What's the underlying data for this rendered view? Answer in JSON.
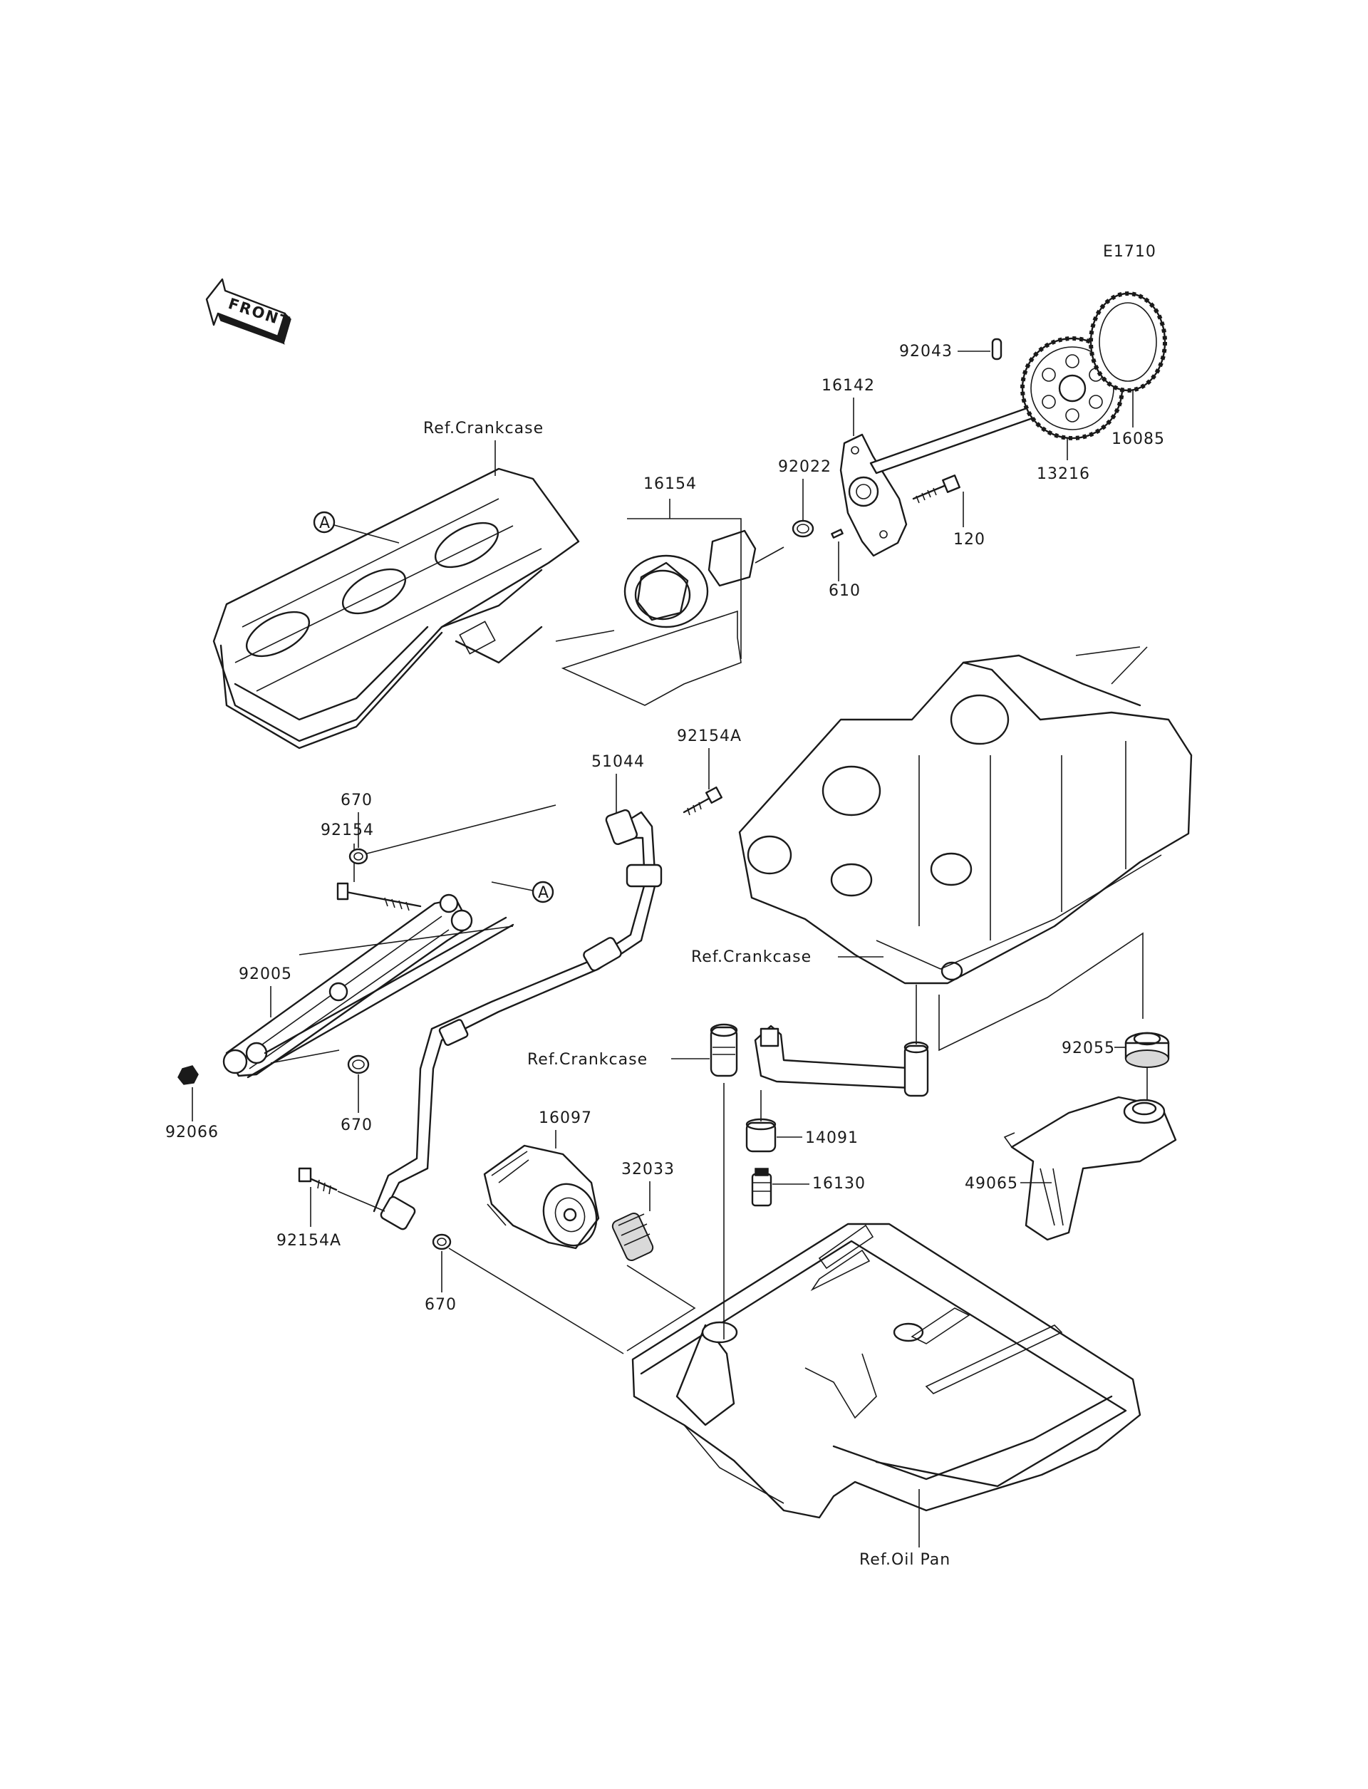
{
  "diagram_code": "E1710",
  "front_label": "FRONT",
  "callout_A": "A",
  "labels": {
    "p92043": "92043",
    "p16142": "16142",
    "p16085": "16085",
    "p13216": "13216",
    "p92022": "92022",
    "p16154": "16154",
    "p120": "120",
    "p610": "610",
    "ref_crankcase_top": "Ref.Crankcase",
    "p92154A_top": "92154A",
    "p51044": "51044",
    "p670_top": "670",
    "p92154": "92154",
    "p92005": "92005",
    "p92066": "92066",
    "p670_mid": "670",
    "ref_crankcase_right": "Ref.Crankcase",
    "ref_crankcase_center": "Ref.Crankcase",
    "p16097": "16097",
    "p32033": "32033",
    "p92055": "92055",
    "p14091": "14091",
    "p16130": "16130",
    "p49065": "49065",
    "p92154A_bottom": "92154A",
    "p670_bottom": "670",
    "ref_oil_pan": "Ref.Oil Pan"
  }
}
